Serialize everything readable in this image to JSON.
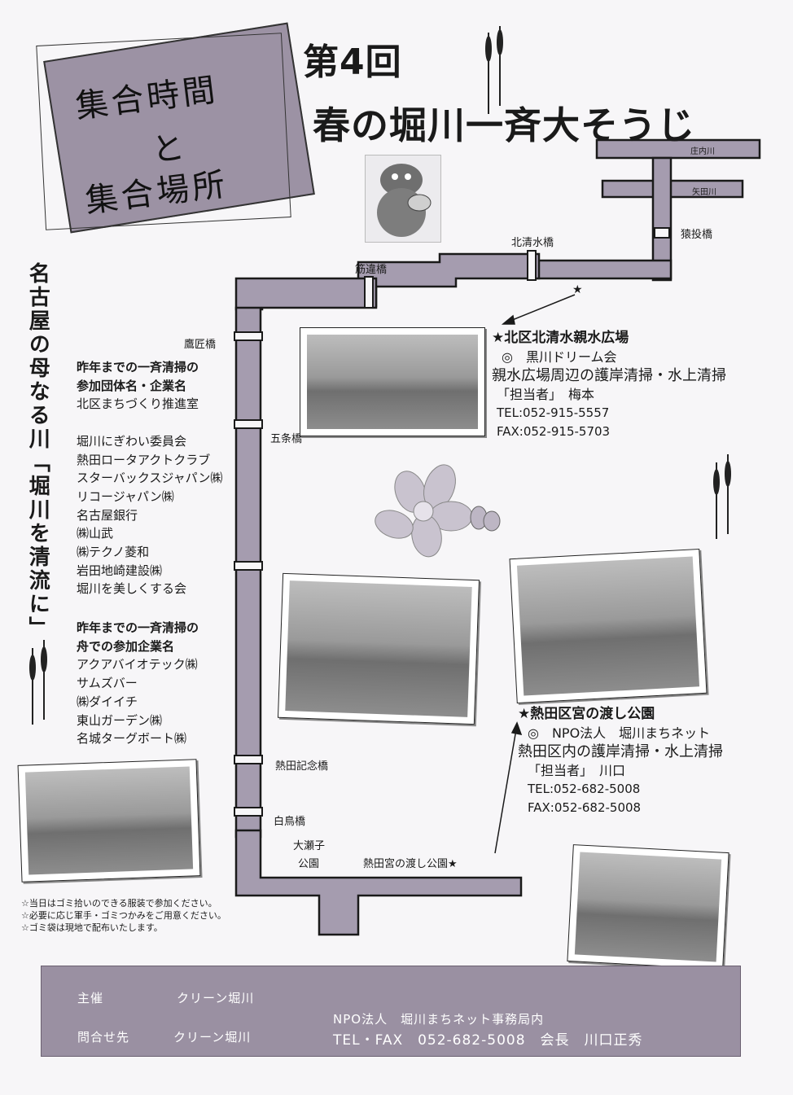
{
  "title": {
    "line1": "第4回",
    "line2": "春の堀川一斉大そうじ"
  },
  "gather": {
    "line1": "集合時間",
    "line2": "と",
    "line3": "集合場所"
  },
  "vertical_slogan": "名古屋の母なる川「堀川を清流に」",
  "participants": {
    "heading1": "昨年までの一斉清掃の",
    "heading2": "参加団体名・企業名",
    "items": [
      "北区まちづくり推進室",
      "",
      "堀川にぎわい委員会",
      "熱田ロータアクトクラブ",
      "スターバックスジャパン㈱",
      "リコージャパン㈱",
      "名古屋銀行",
      "㈱山武",
      "㈱テクノ菱和",
      "岩田地崎建設㈱",
      "堀川を美しくする会"
    ]
  },
  "boat": {
    "heading1": "昨年までの一斉清掃の",
    "heading2": "舟での参加企業名",
    "items": [
      "アクアバイオテック㈱",
      "サムズバー",
      "㈱ダイイチ",
      "東山ガーデン㈱",
      "名城ターグボート㈱"
    ]
  },
  "map": {
    "rivers": [
      "庄内川",
      "矢田川"
    ],
    "bridges": {
      "saru": "猿投橋",
      "kitashimizu": "北清水橋",
      "sujikai": "筋違橋",
      "takajo": "鷹匠橋",
      "gojo": "五条橋",
      "kinen": "熱田記念橋",
      "shiratori": "白鳥橋"
    },
    "park1": "大瀬子",
    "park2": "公園",
    "watashi": "熱田宮の渡し公園★",
    "star": "★"
  },
  "site1": {
    "name": "★北区北清水親水広場",
    "org": "◎　黒川ドリーム会",
    "task": "親水広場周辺の護岸清掃・水上清掃",
    "contact": "「担当者」　梅本",
    "tel": "TEL:052-915-5557",
    "fax": "FAX:052-915-5703"
  },
  "site2": {
    "name": "★熱田区宮の渡し公園",
    "org": "◎　NPO法人　堀川まちネット",
    "task": "熱田区内の護岸清掃・水上清掃",
    "contact": "「担当者」　川口",
    "tel": "TEL:052-682-5008",
    "fax": "FAX:052-682-5008"
  },
  "notes": [
    "☆当日はゴミ拾いのできる服装で参加ください。",
    "☆必要に応じ軍手・ゴミつかみをご用意ください。",
    "☆ゴミ袋は現地で配布いたします。"
  ],
  "footer": {
    "host_label": "主催",
    "host_value": "クリーン堀川",
    "inquiry_label": "問合せ先",
    "inquiry_value": "クリーン堀川",
    "office": "NPO法人　堀川まちネット事務局内",
    "telfax": "TEL・FAX　052-682-5008　会長　川口正秀"
  },
  "colors": {
    "panel": "#9a90a2",
    "river": "#a59caf"
  }
}
